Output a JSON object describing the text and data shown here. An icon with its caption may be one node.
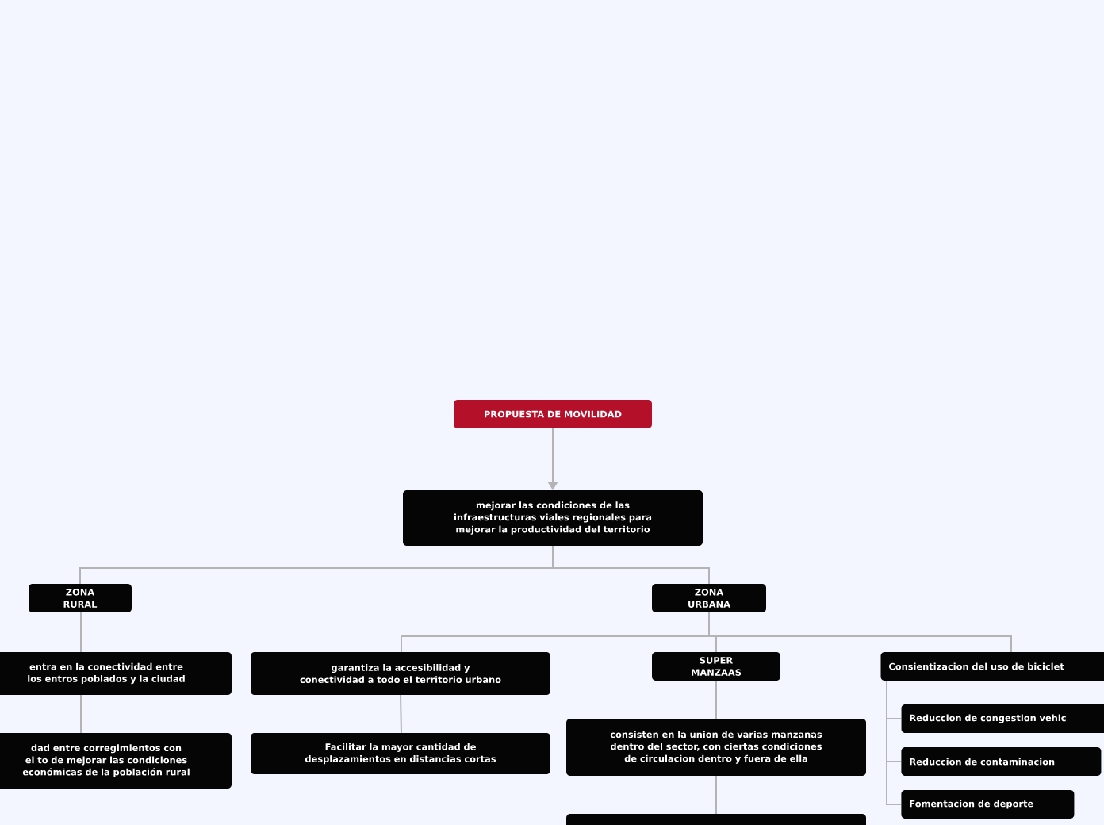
{
  "diagram": {
    "nodes": [
      {
        "text": [
          "PROPUESTA DE MOVILIDAD"
        ]
      },
      {
        "text": [
          "mejorar las condiciones de las infraestructuras viales regionales para mejorar la productividad del territorio"
        ]
      },
      {
        "text": [
          "ZONA RURAL"
        ]
      },
      {
        "text": [
          "ZONA URBANA"
        ]
      },
      {
        "text": [
          "entra en la conectividad entre los entros poblados y la ciudad"
        ]
      },
      {
        "text": [
          "dad entre corregimientos con el to de mejorar las condiciones económicas de la población rural"
        ]
      },
      {
        "text": [
          "garantiza la accesibilidad y conectividad a todo el territorio urbano"
        ]
      },
      {
        "text": [
          "Facilitar la mayor cantidad de desplazamientos en distancias cortas"
        ]
      },
      {
        "text": [
          "SUPER MANZAAS"
        ]
      },
      {
        "text": [
          "Consientizacion del uso de biciclet"
        ]
      },
      {
        "text": [
          "consisten en la union de varias manzanas dentro del sector, con ciertas condiciones de circulacion dentro y fuera de ella"
        ]
      },
      {
        "text": [],
        "shape": "box"
      },
      {
        "text": [
          "Reduccion de congestion vehic"
        ]
      },
      {
        "text": [
          "Reduccion de contaminacion"
        ]
      },
      {
        "text": [
          "Fomentacion de deporte"
        ]
      }
    ],
    "edges": [
      {
        "from": 0,
        "to": 1,
        "arrow": "to"
      },
      {
        "from": 1,
        "to": 2,
        "arrow": "none"
      },
      {
        "from": 1,
        "to": 3,
        "arrow": "none"
      },
      {
        "from": 2,
        "to": 4,
        "arrow": "none"
      },
      {
        "from": 4,
        "to": 5,
        "arrow": "none"
      },
      {
        "from": 3,
        "to": 6,
        "arrow": "none"
      },
      {
        "from": 3,
        "to": 8,
        "arrow": "none"
      },
      {
        "from": 3,
        "to": 9,
        "arrow": "none"
      },
      {
        "from": 6,
        "to": 7,
        "arrow": "none"
      },
      {
        "from": 8,
        "to": 10,
        "arrow": "none"
      },
      {
        "from": 10,
        "to": 11,
        "arrow": "none"
      },
      {
        "from": 9,
        "to": 12,
        "arrow": "none"
      },
      {
        "from": 9,
        "to": 13,
        "arrow": "none"
      },
      {
        "from": 9,
        "to": 14,
        "arrow": "none"
      }
    ]
  }
}
